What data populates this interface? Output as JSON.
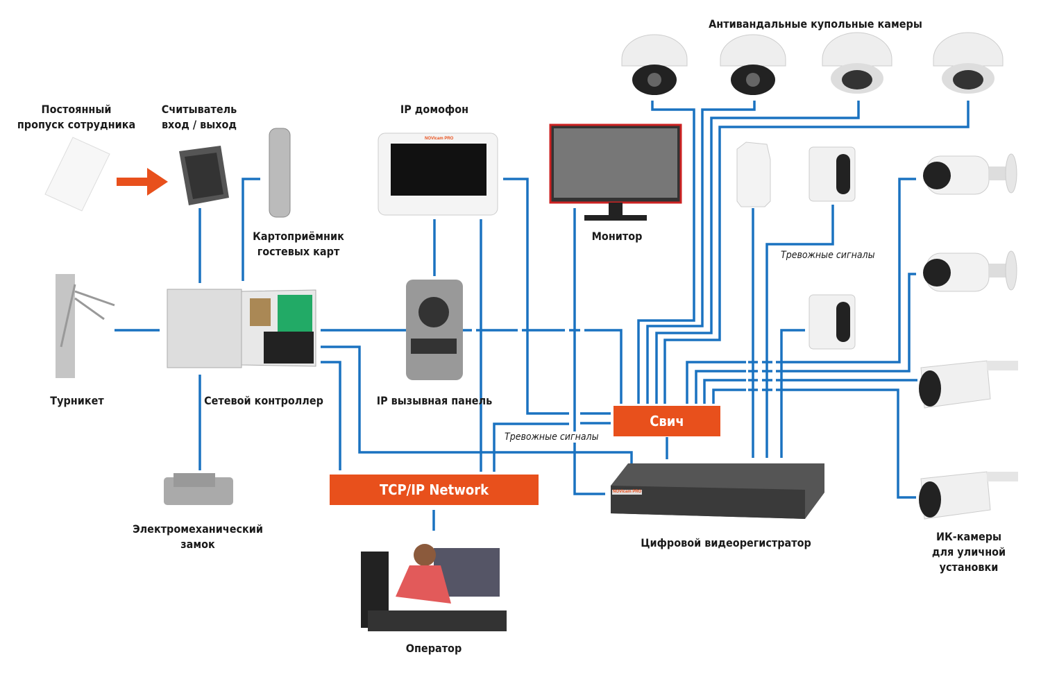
{
  "labels": {
    "dome_cameras": "Антивандальные купольные камеры",
    "employee_pass": "Постоянный\nпропуск сотрудника",
    "reader": "Считыватель\nвход / выход",
    "intercom": "IP домофон",
    "card_acceptor": "Картоприёмник\nгостевых карт",
    "monitor": "Монитор",
    "alarm_signals_right": "Тревожные сигналы",
    "turnstile": "Турникет",
    "controller": "Сетевой контроллер",
    "call_panel": "IP вызывная панель",
    "switch": "Свич",
    "alarm_signals_center": "Тревожные сигналы",
    "tcp_network": "TCP/IP Network",
    "lock": "Электромеханический\nзамок",
    "dvr": "Цифровой видеорегистратор",
    "ir_cameras": "ИК-камеры\nдля уличной\nустановки",
    "operator": "Оператор"
  },
  "brand_text": "NOVIcam PRO",
  "colors": {
    "line": "#1a72c0",
    "accent": "#e8501c"
  }
}
